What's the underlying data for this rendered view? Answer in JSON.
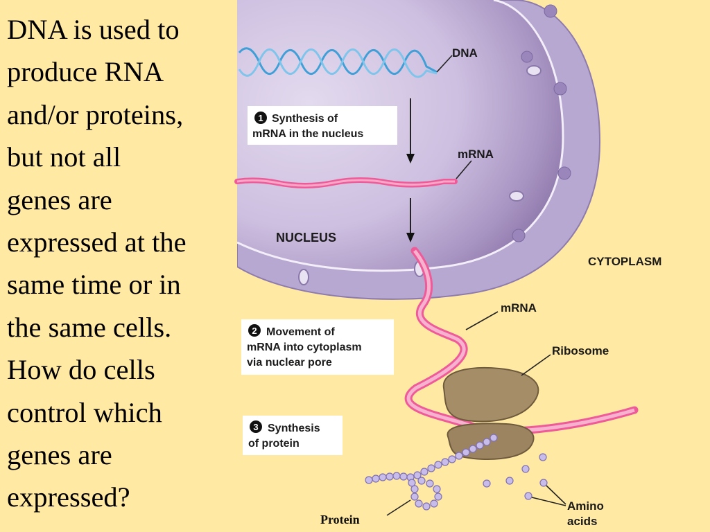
{
  "question_lines": [
    "DNA is used to",
    "produce RNA",
    "and/or proteins,",
    "but not all",
    "genes are",
    "expressed at the",
    "same time or in",
    "the same cells.",
    "How do cells",
    "control which",
    "genes are",
    "expressed?"
  ],
  "labels": {
    "dna": "DNA",
    "mrna_nucleus": "mRNA",
    "nucleus": "NUCLEUS",
    "cytoplasm": "CYTOPLASM",
    "mrna_cyto": "mRNA",
    "ribosome": "Ribosome",
    "protein": "Protein",
    "amino_line1": "Amino",
    "amino_line2": "acids"
  },
  "steps": [
    {
      "number": "1",
      "line1": "Synthesis of",
      "line2": "mRNA in the nucleus"
    },
    {
      "number": "2",
      "line1": "Movement of",
      "line2": "mRNA into cytoplasm",
      "line3": "via nuclear pore"
    },
    {
      "number": "3",
      "line1": "Synthesis",
      "line2": "of protein"
    }
  ],
  "colors": {
    "background": "#FFE9A3",
    "nucleus": "#D4C6E2",
    "nucleus_shade": "#9C86B4",
    "dna": "#4EA9DC",
    "mrna": "#F070A4",
    "ribosome": "#A8906A",
    "amino_acid": "#C6B8E6"
  }
}
